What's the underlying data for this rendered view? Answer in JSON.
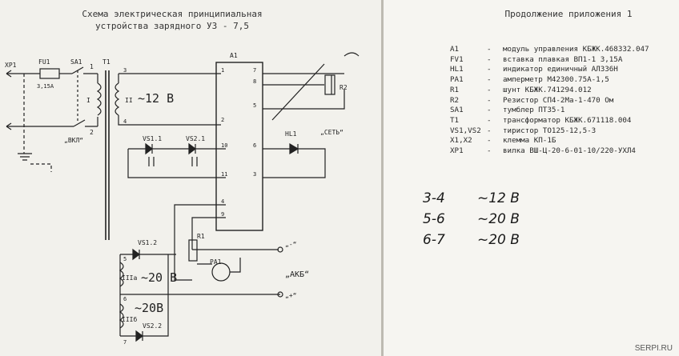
{
  "left_title": [
    "Схема электрическая принципиальная",
    "устройства зарядного УЗ - 7,5"
  ],
  "right_title": "Продолжение приложения 1",
  "legend": [
    {
      "des": "A1",
      "text": "модуль управления КБЖК.468332.047"
    },
    {
      "des": "FV1",
      "text": "вставка плавкая ВП1-1 3,15А"
    },
    {
      "des": "HL1",
      "text": "индикатор единичный АЛ336Н"
    },
    {
      "des": "PA1",
      "text": "амперметр М42300.75А-1,5"
    },
    {
      "des": "R1",
      "text": "шунт КБЖК.741294.012"
    },
    {
      "des": "R2",
      "text": "Резистор СП4-2Ма-1-470 Ом"
    },
    {
      "des": "SA1",
      "text": "тумблер ПТ35-1"
    },
    {
      "des": "T1",
      "text": "трансформатор КБЖК.671118.004"
    },
    {
      "des": "VS1,VS2",
      "text": "тиристор ТО125-12,5-3"
    },
    {
      "des": "X1,X2",
      "text": "клемма КП-1Б"
    },
    {
      "des": "XP1",
      "text": "вилка ВШ-Ц-20-6-01-10/220-УХЛ4"
    }
  ],
  "voltages": [
    {
      "pins": "3-4",
      "value": "~12 В"
    },
    {
      "pins": "5-6",
      "value": "~20 В"
    },
    {
      "pins": "6-7",
      "value": "~20 В"
    }
  ],
  "schematic": {
    "xp1": "XP1",
    "fu1": "FU1",
    "fu1_rating": "3,15А",
    "sa1": "SA1",
    "t1": "T1",
    "a1": "A1",
    "winding_ii": "II",
    "winding_i": "I",
    "winding_iii_a": "IIIа",
    "winding_iii_b": "IIIб",
    "v12": "~12 В",
    "v20a": "~20 В",
    "v20b": "~20В",
    "vkl": "„ВКЛ“",
    "set": "„СЕТЬ“",
    "akb": "„АКБ“",
    "vs11": "VS1.1",
    "vs21": "VS2.1",
    "vs12": "VS1.2",
    "vs22": "VS2.2",
    "hl1": "HL1",
    "r1": "R1",
    "r2": "R2",
    "pa1": "PA1",
    "minus": "„-“",
    "plus": "„+“",
    "pin1": "1",
    "pin2": "2",
    "a1_pins": [
      "1",
      "2",
      "10",
      "11",
      "4",
      "9",
      "7",
      "8",
      "5",
      "6",
      "3"
    ],
    "t1_pins": [
      "1",
      "2",
      "3",
      "4",
      "5",
      "6",
      "7"
    ]
  },
  "watermark": "SERPI.RU"
}
